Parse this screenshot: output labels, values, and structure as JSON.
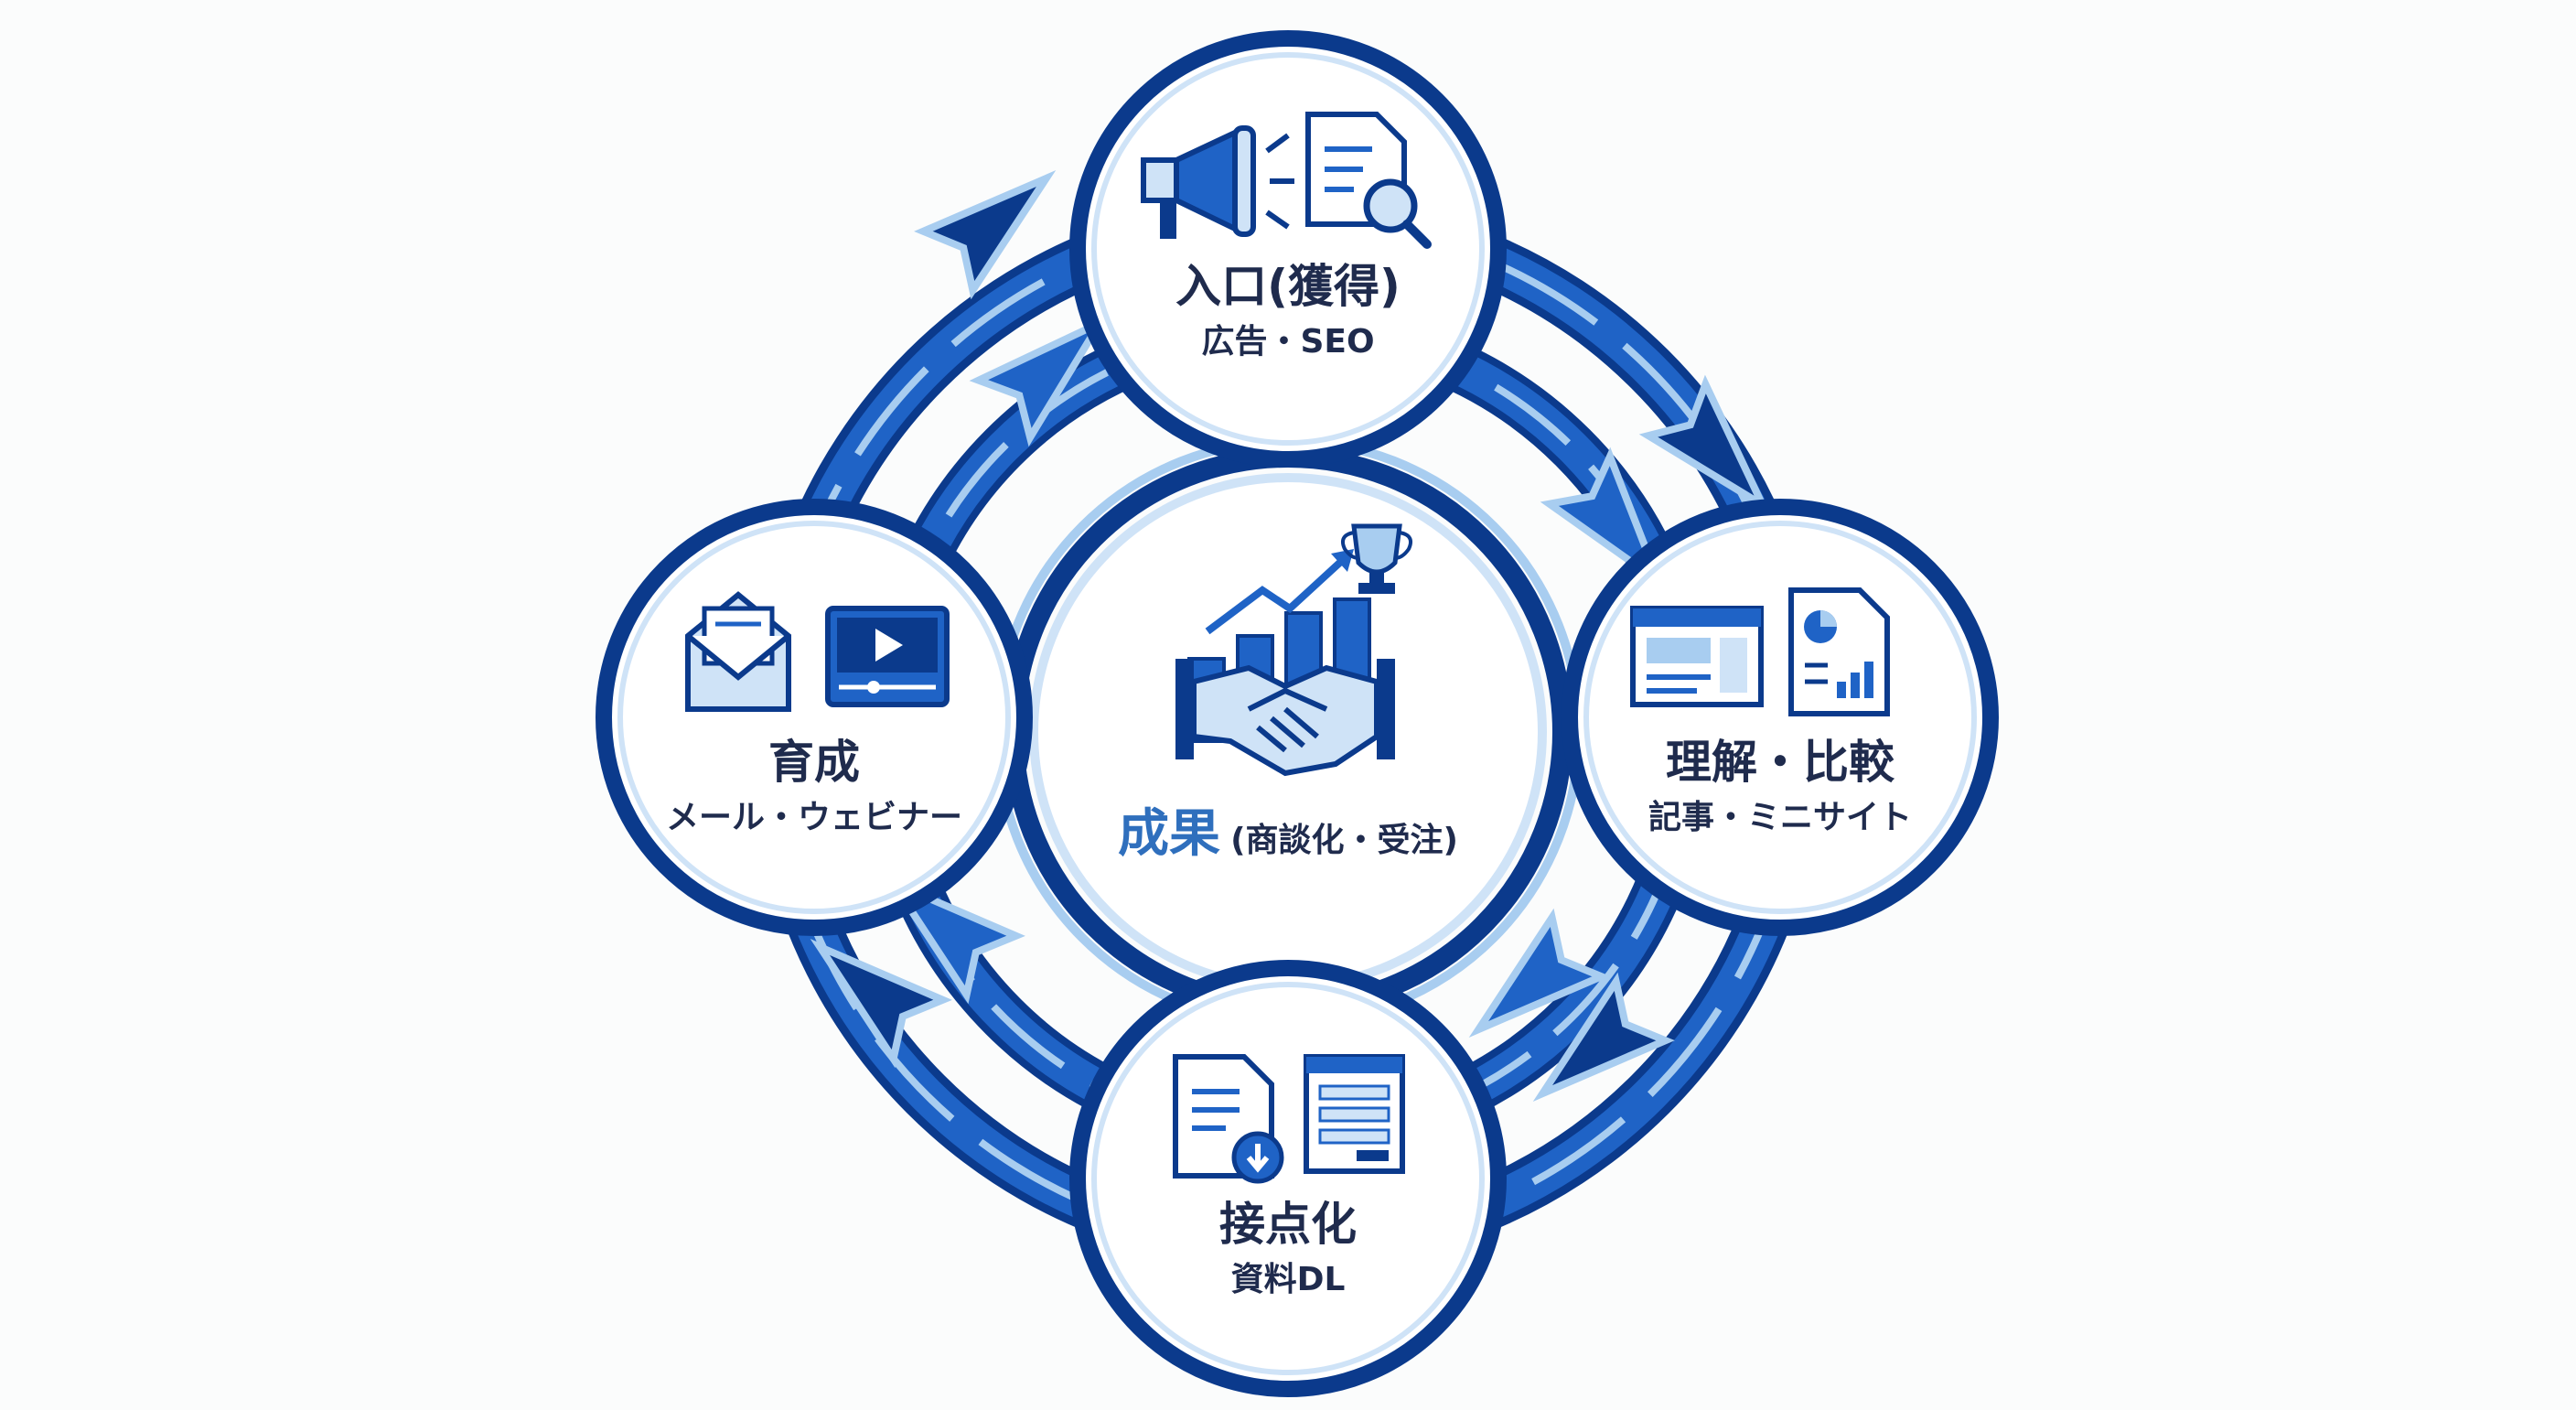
{
  "center": {
    "title": "成果",
    "subtitle": "(商談化・受注)"
  },
  "nodes": {
    "top": {
      "title": "入口(獲得)",
      "subtitle": "広告・SEO"
    },
    "right": {
      "title": "理解・比較",
      "subtitle": "記事・ミニサイト"
    },
    "bottom": {
      "title": "接点化",
      "subtitle": "資料DL"
    },
    "left": {
      "title": "育成",
      "subtitle": "メール・ウェビナー"
    }
  },
  "icons": {
    "top": [
      "megaphone-icon",
      "document-search-icon"
    ],
    "right": [
      "webpage-icon",
      "report-chart-icon"
    ],
    "bottom": [
      "document-download-icon",
      "form-icon"
    ],
    "left": [
      "email-icon",
      "video-player-icon"
    ],
    "center": [
      "handshake-growth-trophy-icon"
    ]
  },
  "colors": {
    "navy": "#0b3a8c",
    "blue": "#1f63c6",
    "light_blue": "#a8cdf0",
    "pale_blue": "#cfe3f7",
    "text": "#1f2b4d",
    "accent_text": "#2f6fbd",
    "background": "#fbfcfc"
  }
}
